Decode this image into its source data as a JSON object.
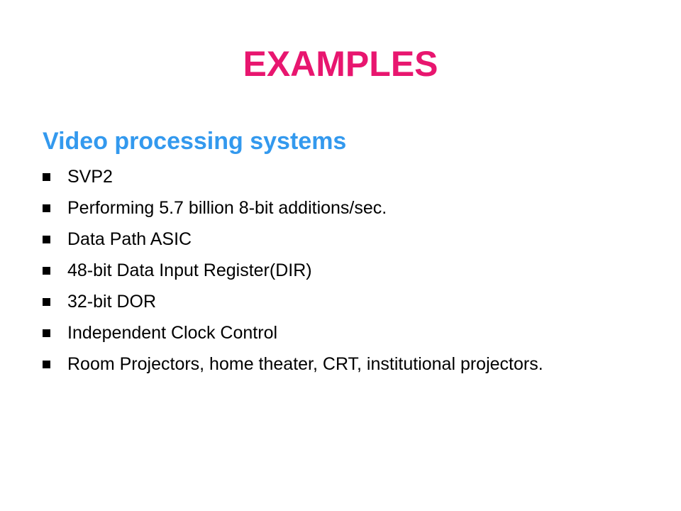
{
  "slide": {
    "title": "EXAMPLES",
    "subheading": "Video processing systems",
    "bullets": [
      "SVP2",
      "Performing 5.7 billion 8-bit additions/sec.",
      "Data Path ASIC",
      "48-bit Data Input Register(DIR)",
      "32-bit DOR",
      "Independent Clock Control",
      "Room Projectors, home theater, CRT, institutional projectors."
    ]
  },
  "colors": {
    "title": "#e8166f",
    "subheading": "#3399ee",
    "bullet_text": "#000000",
    "background": "#ffffff"
  },
  "icons": {
    "bullet": "square-bullet-icon"
  }
}
